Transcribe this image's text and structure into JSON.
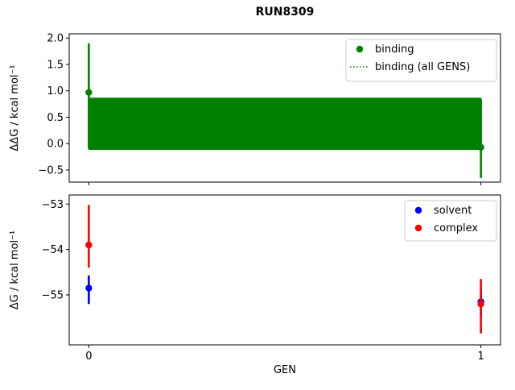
{
  "figure_title": "RUN8309",
  "chart_data": [
    {
      "type": "scatter",
      "title": "RUN8309",
      "ylabel": "ΔΔG / kcal mol⁻¹",
      "xlabel": "",
      "xlim": [
        -0.05,
        1.05
      ],
      "ylim": [
        -0.73,
        2.08
      ],
      "xticks": [
        0,
        1
      ],
      "xticklabels": null,
      "yticks": [
        2.0,
        1.5,
        1.0,
        0.5,
        0.0,
        -0.5
      ],
      "yticklabels": [
        "2.0",
        "1.5",
        "1.0",
        "0.5",
        "0.0",
        "−0.5"
      ],
      "grid": false,
      "series": [
        {
          "name": "binding",
          "color": "#008000",
          "x": [
            0,
            1
          ],
          "y": [
            0.97,
            -0.07
          ],
          "yerr_low": [
            1.07,
            0.58
          ],
          "yerr_high": [
            0.93,
            0.92
          ]
        }
      ],
      "band": {
        "name": "binding (all GENS)",
        "color": "#008000",
        "style": "dotted",
        "x_range": [
          0,
          1
        ],
        "y": 0.37,
        "y_low": -0.12,
        "y_high": 0.87
      },
      "legend": {
        "labels": [
          "binding",
          "binding (all GENS)"
        ],
        "position": "upper right"
      }
    },
    {
      "type": "scatter",
      "title": "",
      "ylabel": "ΔG / kcal mol⁻¹",
      "xlabel": "GEN",
      "xlim": [
        -0.05,
        1.05
      ],
      "ylim": [
        -56.1,
        -52.8
      ],
      "xticks": [
        0,
        1
      ],
      "xticklabels": [
        "0",
        "1"
      ],
      "yticks": [
        -53,
        -54,
        -55
      ],
      "yticklabels": [
        "−53",
        "−54",
        "−55"
      ],
      "grid": false,
      "series": [
        {
          "name": "solvent",
          "color": "#0000ff",
          "x": [
            0,
            1
          ],
          "y": [
            -54.85,
            -55.15
          ],
          "yerr_low": [
            0.35,
            0.3
          ],
          "yerr_high": [
            0.28,
            0.25
          ]
        },
        {
          "name": "complex",
          "color": "#ff0000",
          "x": [
            0,
            1
          ],
          "y": [
            -53.9,
            -55.2
          ],
          "yerr_low": [
            0.5,
            0.65
          ],
          "yerr_high": [
            0.88,
            0.55
          ]
        }
      ],
      "legend": {
        "labels": [
          "solvent",
          "complex"
        ],
        "position": "upper right"
      }
    }
  ]
}
